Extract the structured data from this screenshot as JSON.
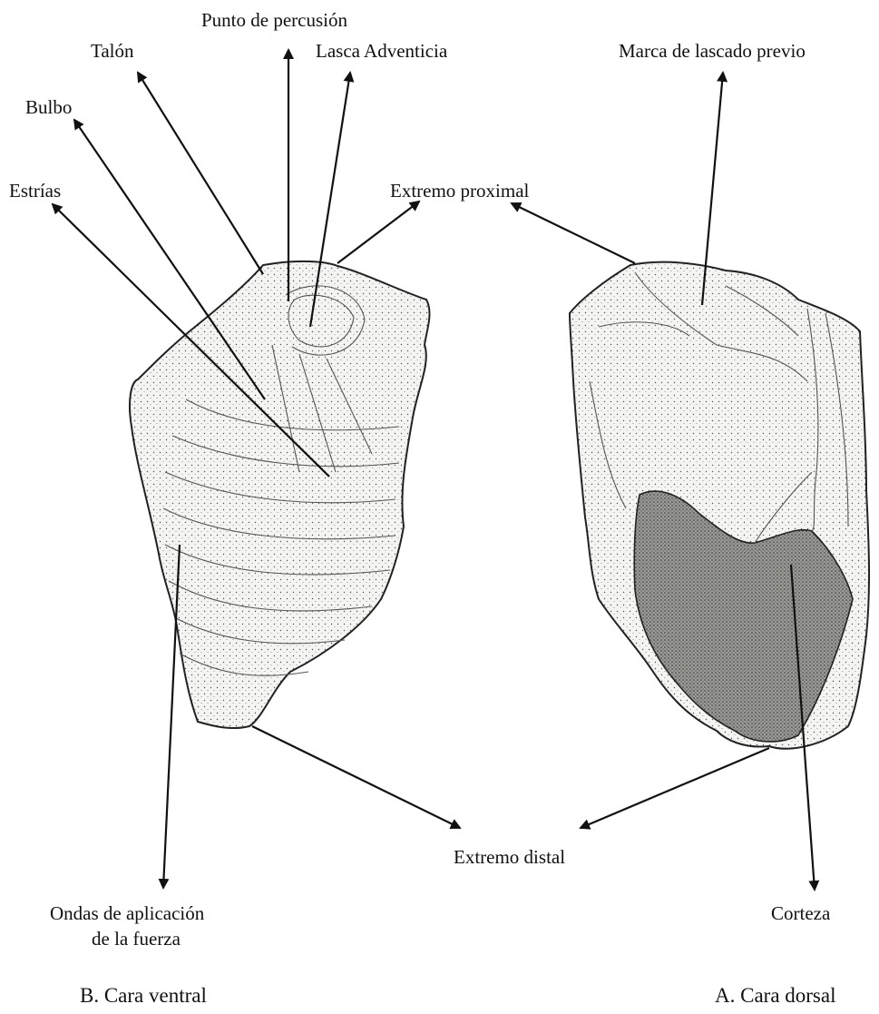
{
  "labels": {
    "punto_percusion": "Punto de percusión",
    "talon": "Talón",
    "lasca_adventicia": "Lasca Adventicia",
    "marca_lascado": "Marca de lascado previo",
    "bulbo": "Bulbo",
    "estrias": "Estrías",
    "extremo_proximal": "Extremo proximal",
    "extremo_distal": "Extremo distal",
    "ondas_line1": "Ondas de aplicación",
    "ondas_line2": "de la fuerza",
    "corteza": "Corteza"
  },
  "captions": {
    "ventral": "B. Cara ventral",
    "dorsal": "A. Cara dorsal"
  },
  "colors": {
    "ink": "#111111",
    "flake_fill": "#f1f1ef",
    "cortex_fill": "#8a8a86"
  }
}
